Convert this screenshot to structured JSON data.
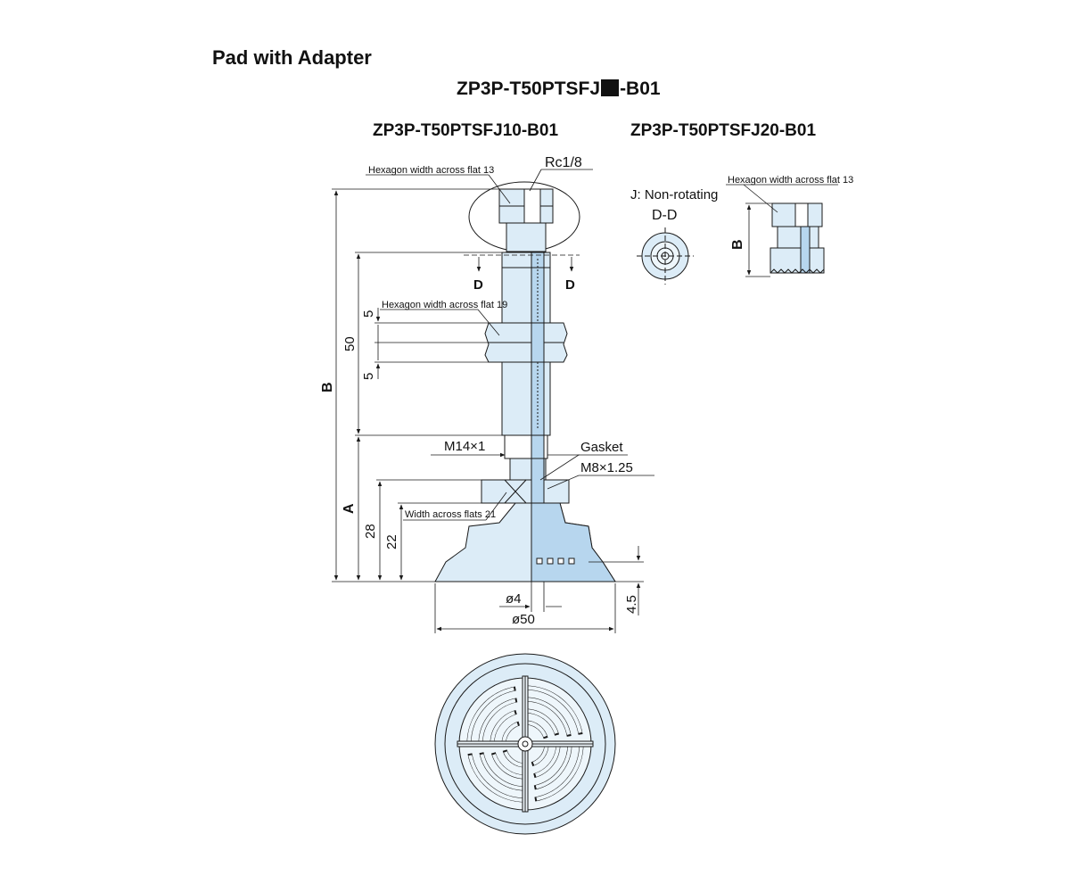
{
  "heading": "Pad with Adapter",
  "model_generic_prefix": "ZP3P-T50PTSFJ",
  "model_generic_suffix": "-B01",
  "variant_10": "ZP3P-T50PTSFJ10-B01",
  "variant_20": "ZP3P-T50PTSFJ20-B01",
  "labels": {
    "hex13": "Hexagon width across flat 13",
    "rc": "Rc1/8",
    "section_mark_left": "D",
    "section_mark_right": "D",
    "hex19": "Hexagon width across flat 19",
    "dim_5_top": "5",
    "dim_50": "50",
    "dim_5_bottom": "5",
    "dim_B": "B",
    "m14": "M14×1",
    "gasket": "Gasket",
    "m8": "M8×1.25",
    "dim_A": "A",
    "wf21": "Width across flats 21",
    "dim_28": "28",
    "dim_22": "22",
    "dia4": "ø4",
    "dim_4_5": "4.5",
    "dia50": "ø50",
    "non_rotating": "J: Non-rotating",
    "section_dd": "D-D",
    "hex13_right": "Hexagon width across flat 13",
    "dim_B_right": "B"
  },
  "colors": {
    "part_fill": "#dcecf7",
    "part_fill_dark": "#b7d6ee",
    "line": "#1a1a1a"
  }
}
